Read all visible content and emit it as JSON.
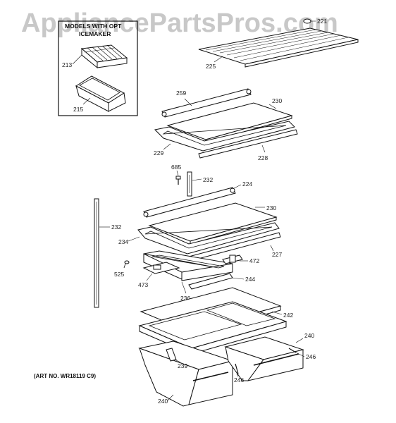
{
  "watermark": "AppliancePartsPros.com",
  "inset": {
    "title_line1": "MODELS WITH OPT",
    "title_line2": "ICEMAKER"
  },
  "art_number": "(ART NO. WR18119 C9)",
  "callouts": {
    "c213": "213",
    "c215": "215",
    "c221": "221",
    "c225": "225",
    "c259": "259",
    "c230a": "230",
    "c229": "229",
    "c228": "228",
    "c685": "685",
    "c232a": "232",
    "c224": "224",
    "c230b": "230",
    "c232b": "232",
    "c234": "234",
    "c227": "227",
    "c472": "472",
    "c525": "525",
    "c473": "473",
    "c244": "244",
    "c236": "236",
    "c242": "242",
    "c240a": "240",
    "c246a": "246",
    "c239": "239",
    "c246b": "246",
    "c240b": "240"
  }
}
